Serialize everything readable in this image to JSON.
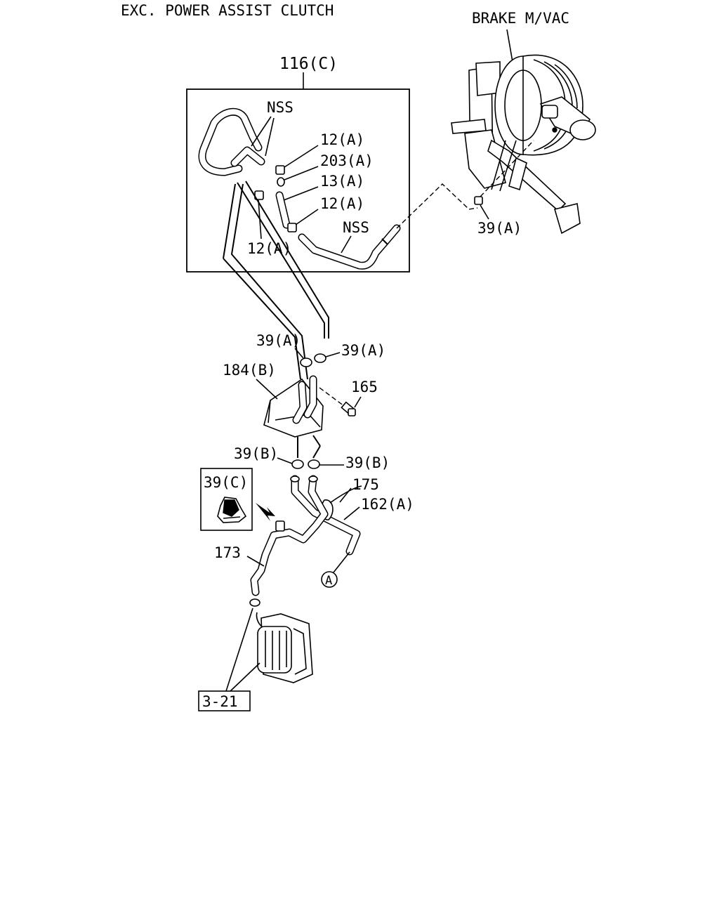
{
  "header": {
    "condition": "EXC. POWER ASSIST CLUTCH",
    "brake_unit": "BRAKE M/VAC"
  },
  "callouts": {
    "box_116c": "116(C)",
    "nss_upper": "NSS",
    "nss_lower": "NSS",
    "p12a_top": "12(A)",
    "p203a": "203(A)",
    "p13a": "13(A)",
    "p12a_mid": "12(A)",
    "p12a_left": "12(A)",
    "p39a_right": "39(A)",
    "p39a_a": "39(A)",
    "p39a_b": "39(A)",
    "p184b": "184(B)",
    "p165": "165",
    "p39b_a": "39(B)",
    "p39b_b": "39(B)",
    "p39c": "39(C)",
    "p175": "175",
    "p162a": "162(A)",
    "p173": "173",
    "circle_a": "A",
    "ref_321": "3-21"
  }
}
